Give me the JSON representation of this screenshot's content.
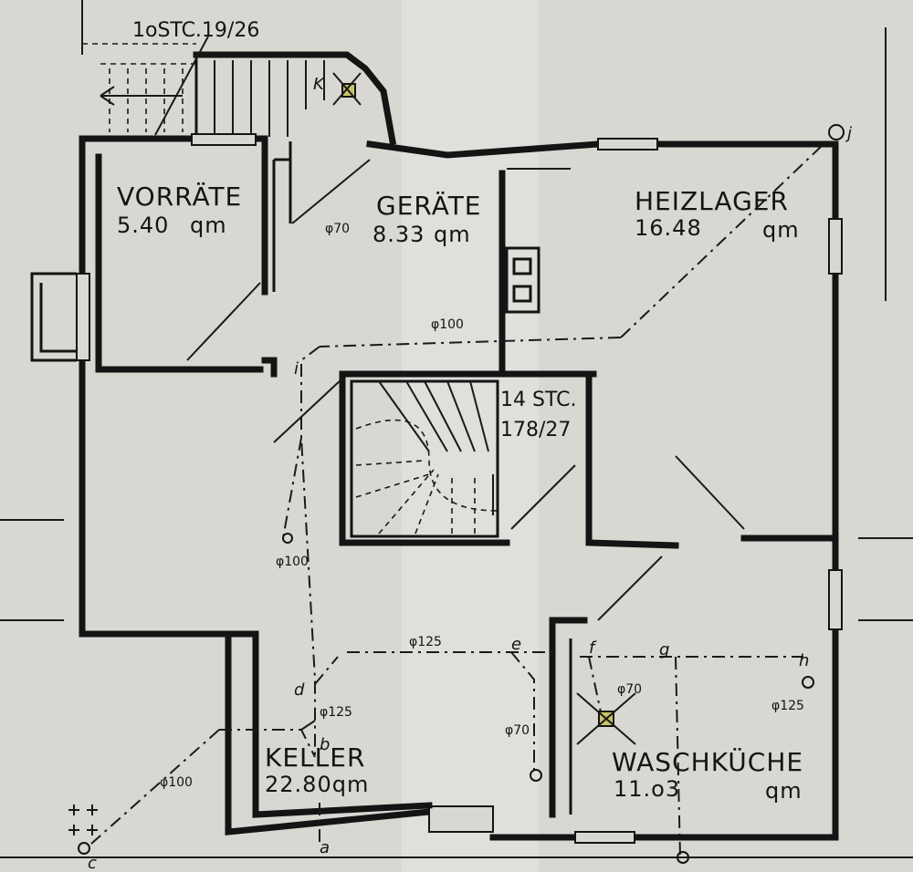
{
  "rooms": {
    "vorraete": {
      "name": "VORRÄTE",
      "area": "5.40",
      "unit": "qm"
    },
    "geraete": {
      "name": "GERÄTE",
      "area": "8.33",
      "unit": "qm"
    },
    "heizlager": {
      "name": "HEIZLAGER",
      "area": "16.48",
      "unit": "qm"
    },
    "keller": {
      "name": "KELLER",
      "area": "22.80qm"
    },
    "waschkueche": {
      "name": "WASCHKÜCHE",
      "area": "11.o3",
      "unit": "qm"
    }
  },
  "stairs": {
    "top": "1oSTC.19/26",
    "main_line1": "14 STC.",
    "main_line2": "178/27"
  },
  "pipe_labels": {
    "p70_geraete": "φ70",
    "p100_horizontal": "φ100",
    "p100_vertical": "φ100",
    "p125_horizontal": "φ125",
    "p125_keller": "φ125",
    "p100_keller": "φ100",
    "p70_wasch_left": "φ70",
    "p70_wasch_center": "φ70",
    "p125_wasch_right": "φ125"
  },
  "points": [
    "a",
    "b",
    "c",
    "d",
    "e",
    "f",
    "g",
    "h",
    "i",
    "j",
    "K"
  ],
  "colors": {
    "paper": "#d8d7d2",
    "ink": "#141414",
    "vent": "#c9c46a"
  }
}
